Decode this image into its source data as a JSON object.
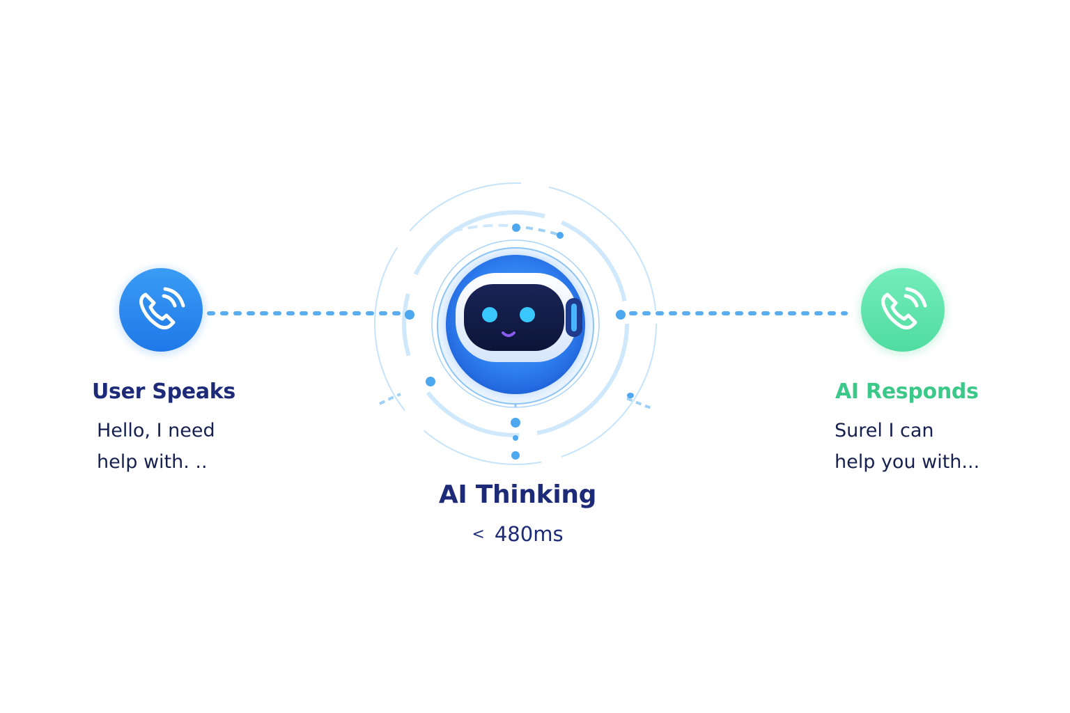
{
  "colors": {
    "user_blue": "#2f8df0",
    "ai_green": "#3fd08f",
    "heading_navy": "#1c2a78",
    "text_dark": "#16204f",
    "connector": "#5aaef0",
    "robot_glow": "#2f7ff0",
    "robot_face": "#0f1a45",
    "robot_eyes": "#38c8ff"
  },
  "nodes": {
    "user": {
      "icon": "phone-call-icon",
      "title": "User Speaks",
      "text_line1": "Hello, I need",
      "text_line2": "help with. .."
    },
    "thinking": {
      "icon": "robot-icon",
      "title": "AI Thinking",
      "latency_symbol": "<",
      "latency_value": "480ms"
    },
    "ai": {
      "icon": "phone-call-icon",
      "title": "AI Responds",
      "text_line1": "Surel I can",
      "text_line2": "help you with..."
    }
  }
}
